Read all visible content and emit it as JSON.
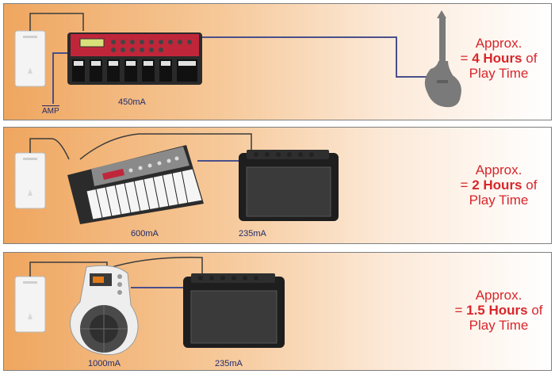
{
  "panels": [
    {
      "devices": {
        "amp_label": "AMP",
        "current": "450mA"
      },
      "playtime": {
        "line1": "Approx.",
        "eq": "=",
        "hours": "4 Hours",
        "of": "of",
        "line3": "Play Time"
      }
    },
    {
      "devices": {
        "current_left": "600mA",
        "current_right": "235mA"
      },
      "playtime": {
        "line1": "Approx.",
        "eq": "=",
        "hours": "2 Hours",
        "of": "of",
        "line3": "Play Time"
      }
    },
    {
      "devices": {
        "current_left": "1000mA",
        "current_right": "235mA"
      },
      "playtime": {
        "line1": "Approx.",
        "eq": "=",
        "hours": "1.5 Hours",
        "of": "of",
        "line3": "Play Time"
      }
    }
  ],
  "colors": {
    "playtime_text": "#d8262b",
    "cable": "#4a4f8a",
    "label_text": "#1f2a6b"
  }
}
